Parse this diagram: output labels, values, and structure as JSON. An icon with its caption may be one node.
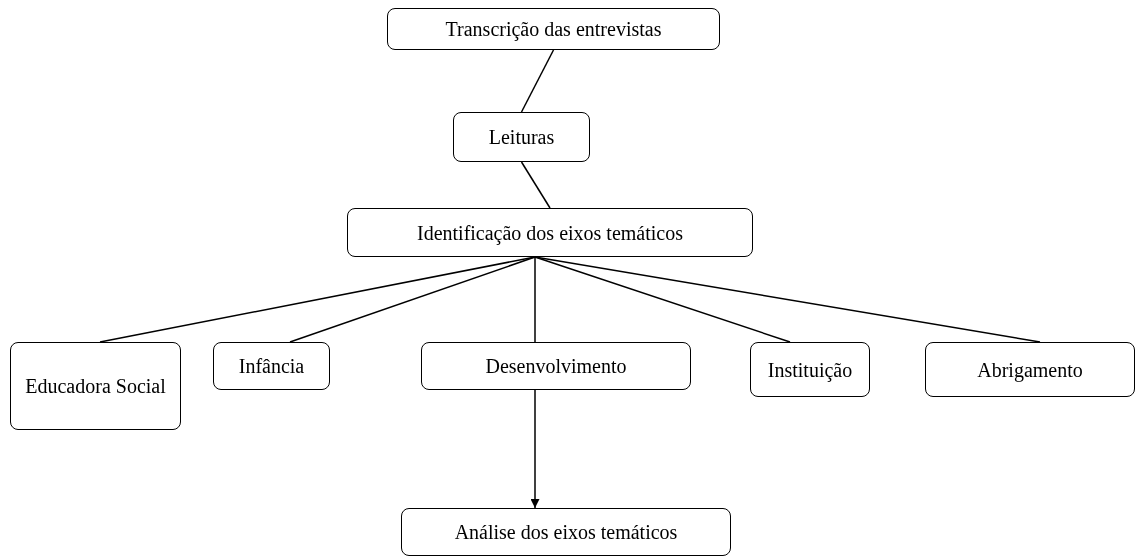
{
  "diagram": {
    "nodes": [
      {
        "text": [
          "Transcrição das entrevistas"
        ]
      },
      {
        "text": [
          "Leituras"
        ]
      },
      {
        "text": [
          "Identificação dos eixos temáticos"
        ]
      },
      {
        "text": [
          "Educadora Social"
        ]
      },
      {
        "text": [
          "Infância"
        ]
      },
      {
        "text": [
          "Desenvolvimento"
        ]
      },
      {
        "text": [
          "Instituição"
        ]
      },
      {
        "text": [
          "Abrigamento"
        ]
      },
      {
        "text": [
          "Análise dos eixos temáticos"
        ]
      }
    ],
    "edges": [
      {
        "from": 0,
        "to": 1,
        "arrow": "none"
      },
      {
        "from": 1,
        "to": 2,
        "arrow": "none"
      },
      {
        "from": 2,
        "to": 3,
        "arrow": "none"
      },
      {
        "from": 2,
        "to": 4,
        "arrow": "none"
      },
      {
        "from": 2,
        "to": 5,
        "arrow": "none"
      },
      {
        "from": 2,
        "to": 6,
        "arrow": "none"
      },
      {
        "from": 2,
        "to": 7,
        "arrow": "none"
      },
      {
        "from": 5,
        "to": 8,
        "arrow": "to"
      }
    ]
  }
}
